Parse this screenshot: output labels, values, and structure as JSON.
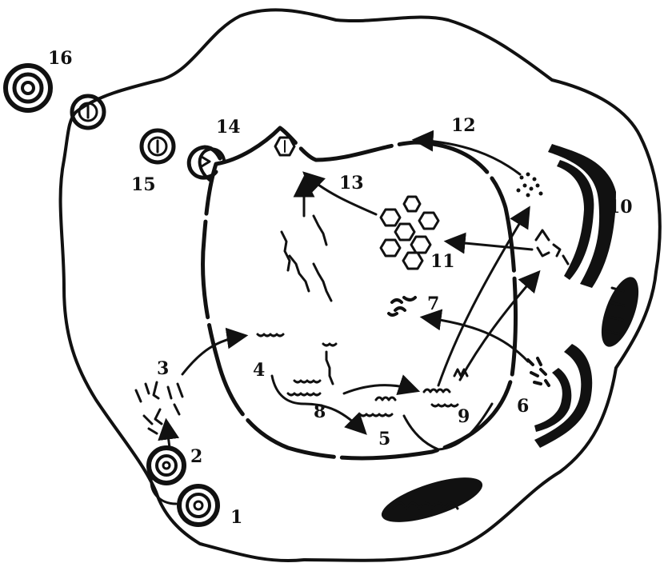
{
  "figure": {
    "labels": [
      {
        "id": "1",
        "text": "1"
      },
      {
        "id": "2",
        "text": "2"
      },
      {
        "id": "3",
        "text": "3"
      },
      {
        "id": "4",
        "text": "4"
      },
      {
        "id": "5",
        "text": "5"
      },
      {
        "id": "6",
        "text": "6"
      },
      {
        "id": "7",
        "text": "7"
      },
      {
        "id": "8",
        "text": "8"
      },
      {
        "id": "9",
        "text": "9"
      },
      {
        "id": "10",
        "text": "10"
      },
      {
        "id": "11",
        "text": "11"
      },
      {
        "id": "12",
        "text": "12"
      },
      {
        "id": "13",
        "text": "13"
      },
      {
        "id": "14",
        "text": "14"
      },
      {
        "id": "15",
        "text": "15"
      },
      {
        "id": "16",
        "text": "16"
      }
    ]
  },
  "colors": {
    "ink": "#111111",
    "background": "#ffffff"
  }
}
